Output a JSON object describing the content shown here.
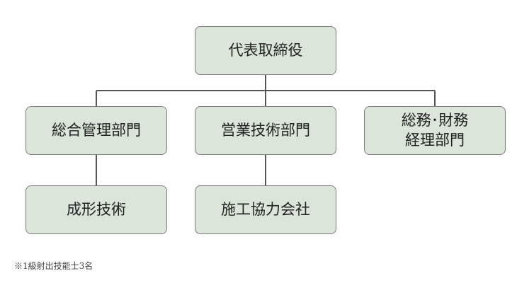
{
  "chart": {
    "ceo": "代表取締役",
    "departments": [
      {
        "label": "総合管理部門"
      },
      {
        "label": "営業技術部門"
      },
      {
        "label_line1": "総務･財務",
        "label_line2": "経理部門"
      }
    ],
    "sub_units": [
      {
        "label": "成形技術"
      },
      {
        "label": "施工協力会社"
      }
    ]
  },
  "footnote": "※1級射出技能士3名",
  "colors": {
    "box_fill": "#dbe5da",
    "box_border": "#7d7d7d",
    "line": "#555555",
    "text": "#222222"
  }
}
